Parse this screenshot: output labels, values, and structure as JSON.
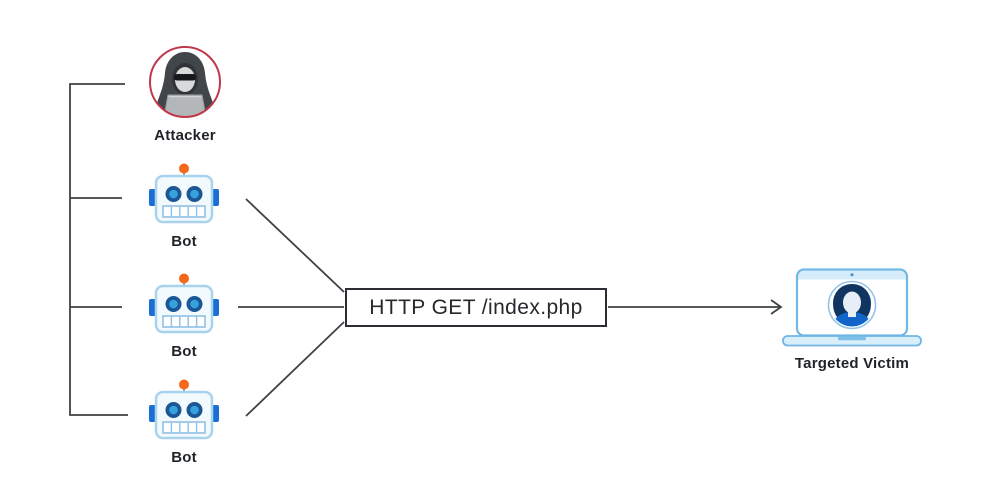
{
  "diagram": {
    "attacker": {
      "label": "Attacker",
      "icon": "hacker-icon"
    },
    "bots": [
      {
        "label": "Bot",
        "icon": "robot-icon"
      },
      {
        "label": "Bot",
        "icon": "robot-icon"
      },
      {
        "label": "Bot",
        "icon": "robot-icon"
      }
    ],
    "request_box": {
      "label": "HTTP GET /index.php"
    },
    "victim": {
      "label": "Targeted Victim",
      "icon": "laptop-user-icon"
    }
  },
  "colors": {
    "background": "#ffffff",
    "connector_line": "#3f4245",
    "box_border": "#2b2e33",
    "attacker_ring": "#c0394b",
    "hood_gray": "#41464b",
    "bot_blue": "#1a6fd4",
    "bot_eye_dark": "#1b5796",
    "bot_eye_light": "#36a1da",
    "antenna_orange": "#f4671d",
    "laptop_outline_blue": "#74b9e5",
    "laptop_fill_blue": "#d6ecfa",
    "avatar_hair_navy": "#0f3560",
    "avatar_shirt_blue": "#1164c8",
    "label_text": "#1f2328"
  }
}
